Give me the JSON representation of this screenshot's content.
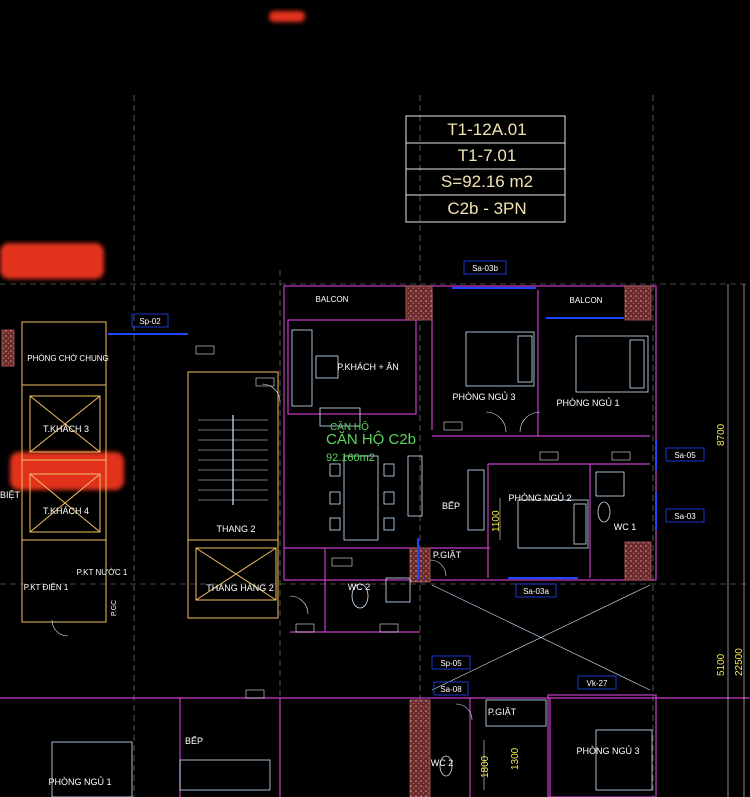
{
  "title_block": [
    "T1-12A.01",
    "T1-7.01",
    "S=92.16 m2",
    "C2b - 3PN"
  ],
  "apartment_label": {
    "name_a": "CĂN HỘ",
    "name_b": "CĂN HỘ C2b",
    "area": "92.160m2"
  },
  "rooms": [
    "PHÒNG NGỦ 3",
    "PHÒNG NGỦ 1",
    "PHÒNG NGỦ 2",
    "P.KHÁCH + ĂN",
    "BALCON",
    "BALCON",
    "BẾP",
    "P.GIẶT",
    "WC 1",
    "WC 2",
    "THANG 2",
    "THANG HÀNG 2",
    "T.KHÁCH 3",
    "T.KHÁCH 4",
    "PHÒNG CHỜ CHUNG",
    "P.KT ĐIỆN 1",
    "P.KT NƯỚC 1",
    "BIỆT",
    "BẾP",
    "PHÒNG NGỦ 1",
    "P.GIẶT",
    "WC 2",
    "PHÒNG NGỦ 3",
    "P.GC"
  ],
  "tags": [
    "Sa-03b",
    "Sp-02",
    "Sa-05",
    "Sa-03",
    "Sa-03a",
    "Sp-05",
    "Sa-08",
    "Vk-27"
  ],
  "dimensions": [
    "8700",
    "5100",
    "22500",
    "1100",
    "1800",
    "1300"
  ],
  "colors": {
    "background": "#000000",
    "wall": "#c83cc8",
    "furniture": "#cfe8ff",
    "column_fill": "#8c3a3a",
    "opening": "#1f46ff",
    "dimension_text": "#f4e84a",
    "label_green": "#5bd45b",
    "redaction": "#e2311a"
  }
}
